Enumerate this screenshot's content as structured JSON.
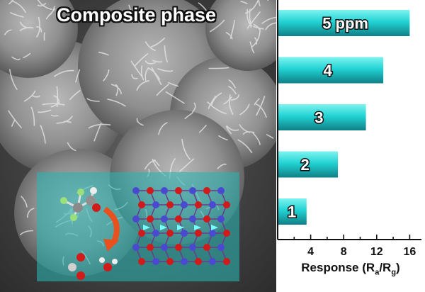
{
  "panel_title": "Composite phase",
  "chart_data": {
    "type": "bar",
    "orientation": "horizontal",
    "categories": [
      "5 ppm",
      "4",
      "3",
      "2",
      "1"
    ],
    "values": [
      16.0,
      12.8,
      10.7,
      7.3,
      3.5
    ],
    "xlabel": {
      "main": "Response (R",
      "sub1": "a",
      "mid": "/R",
      "sub2": "g",
      "end": ")"
    },
    "ylabel": "",
    "xlim": [
      0,
      17
    ],
    "xticks": [
      4,
      8,
      12,
      16
    ],
    "grid": false,
    "bar_color": "#22d3d3",
    "bar_color_dark": "#0f7f86"
  },
  "colors": {
    "inset_overlay": "#28b4af",
    "atom_red": "#d11a1a",
    "atom_blue": "#4a4ad0",
    "arrow": "#e8501e"
  }
}
